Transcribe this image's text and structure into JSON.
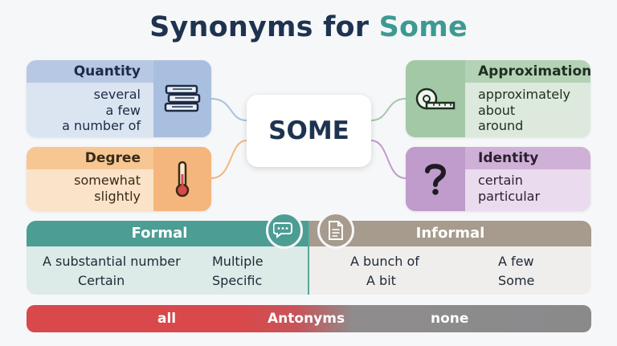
{
  "title": {
    "prefix": "Synonyms for",
    "accent": "Some"
  },
  "center": {
    "label": "SOME"
  },
  "quantity": {
    "header": "Quantity",
    "items": [
      "several",
      "a few",
      "a number of"
    ],
    "icon": "books-icon"
  },
  "degree": {
    "header": "Degree",
    "items": [
      "somewhat",
      "slightly"
    ],
    "icon": "thermometer-icon"
  },
  "approximation": {
    "header": "Approximation",
    "items": [
      "approximately",
      "about",
      "around"
    ],
    "icon": "tape-measure-icon"
  },
  "identity": {
    "header": "Identity",
    "items": [
      "certain",
      "particular"
    ],
    "icon": "question-mark-icon"
  },
  "formal": {
    "header": "Formal",
    "items": [
      "A substantial number",
      "Multiple",
      "Certain",
      "Specific"
    ],
    "icon": "speech-bubbles-icon"
  },
  "informal": {
    "header": "Informal",
    "items": [
      "A bunch of",
      "A few",
      "A bit",
      "Some"
    ],
    "icon": "document-icon"
  },
  "antonyms": {
    "label": "Antonyms",
    "left": "all",
    "right": "none"
  },
  "colors": {
    "title": "#1e3350",
    "accent": "#3d9a92",
    "quantity": "#b7c8e4",
    "degree": "#f6c793",
    "approximation": "#b4d2b6",
    "identity": "#cfb1d7",
    "formal": "#4c9d94",
    "informal": "#a69b8d",
    "antonyms_left": "#d9484b",
    "antonyms_right": "#8a8a8b"
  }
}
